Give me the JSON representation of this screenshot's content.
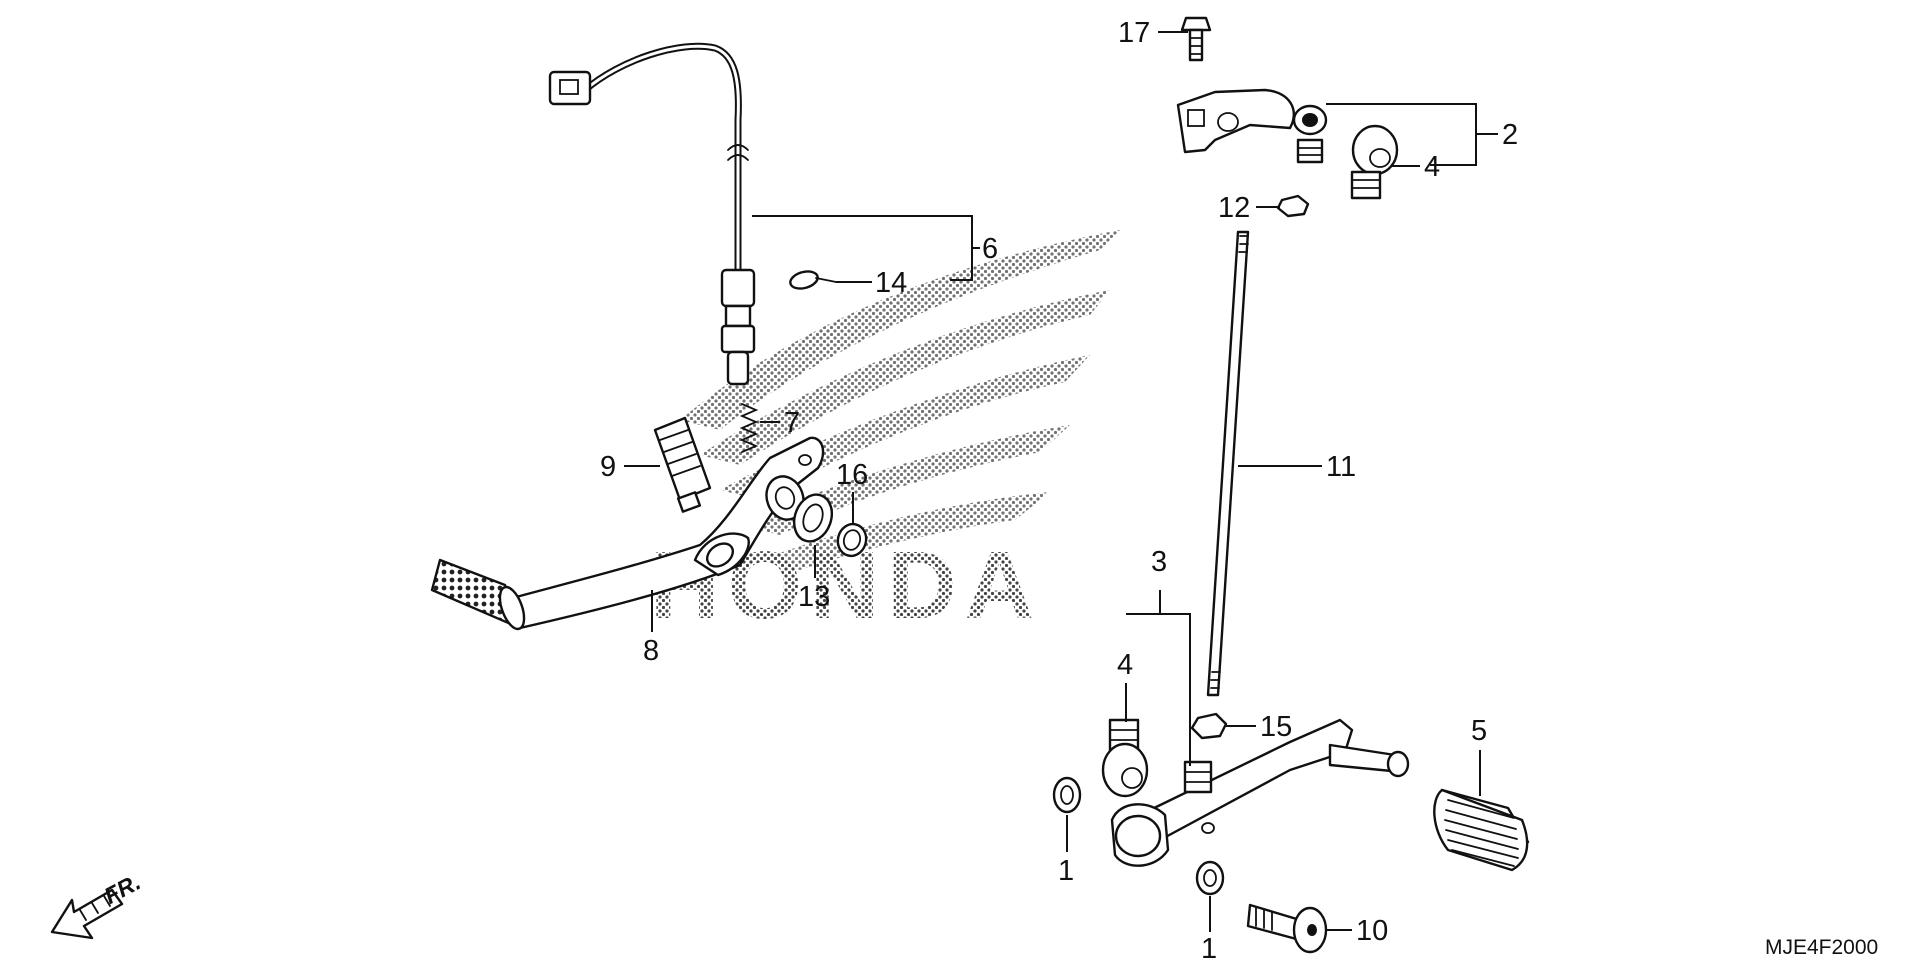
{
  "diagram": {
    "watermark": "HONDA",
    "direction_label": "FR.",
    "diagram_code": "MJE4F2000",
    "callouts": {
      "c1a": "1",
      "c1b": "1",
      "c2": "2",
      "c3": "3",
      "c4a": "4",
      "c4b": "4",
      "c5": "5",
      "c6": "6",
      "c7": "7",
      "c8": "8",
      "c9": "9",
      "c10": "10",
      "c11": "11",
      "c12": "12",
      "c13": "13",
      "c14": "14",
      "c15": "15",
      "c16": "16",
      "c17": "17"
    }
  }
}
